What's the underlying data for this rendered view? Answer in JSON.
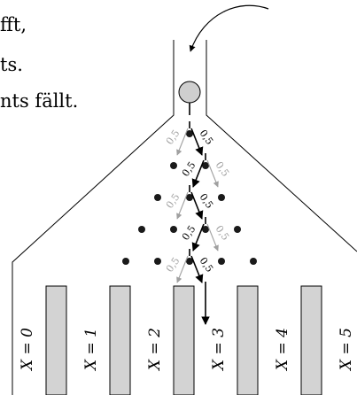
{
  "caption_lines": [
    "fft,",
    "ts.",
    "nts fällt."
  ],
  "diagram": {
    "type": "galton-board",
    "peg_rows": 5,
    "pegs_per_row": [
      1,
      2,
      3,
      4,
      5
    ],
    "branch_probability": "0,5",
    "highlighted_path": [
      "R",
      "L",
      "R",
      "L",
      "R"
    ],
    "bins": [
      {
        "label": "X = 0"
      },
      {
        "label": "X = 1"
      },
      {
        "label": "X = 2"
      },
      {
        "label": "X = 3"
      },
      {
        "label": "X = 4"
      },
      {
        "label": "X = 5"
      }
    ],
    "colors": {
      "line": "#000000",
      "path": "#000000",
      "alt_path": "#a0a0a0",
      "ball": "#cfcfcf",
      "bin": "#d3d3d3",
      "peg": "#1a1a1a"
    }
  }
}
